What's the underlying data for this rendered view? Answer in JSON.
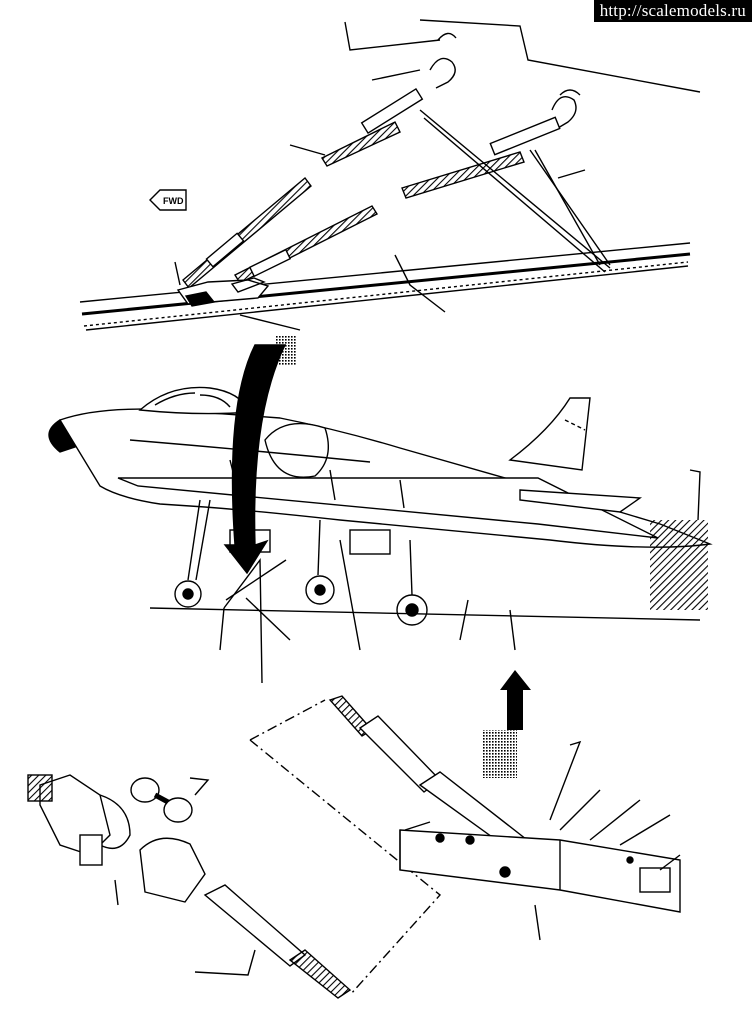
{
  "watermark": {
    "text": "http://scalemodels.ru"
  },
  "labels": {
    "fwd": "FWD"
  },
  "colors": {
    "ink": "#000000",
    "paper": "#ffffff",
    "watermark_bg": "#000000",
    "watermark_fg": "#ffffff"
  },
  "sections": [
    {
      "id": "catapult-bridle-detail",
      "description_key": "top"
    },
    {
      "id": "aircraft-on-deck",
      "description_key": "middle"
    },
    {
      "id": "holdback-fitting-detail",
      "description_key": "bottom"
    }
  ]
}
